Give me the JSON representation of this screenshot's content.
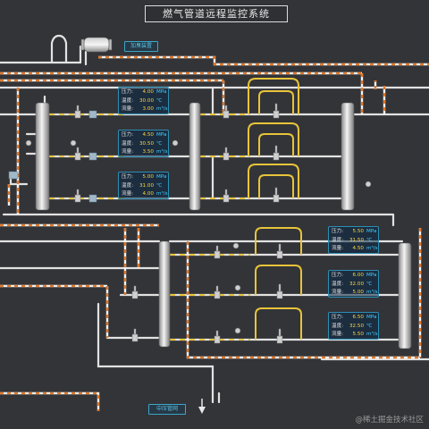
{
  "header": {
    "title": "燃气管道远程监控系统"
  },
  "tags": {
    "top": "加臭装置",
    "bottom": "中压管网"
  },
  "units": {
    "pressure": "MPa",
    "temperature": "℃",
    "flow": "m³/s"
  },
  "labels": {
    "pressure": "压力:",
    "temperature": "温度:",
    "flow": "流量:"
  },
  "panels": [
    {
      "pressure": "4.00",
      "temperature": "30.00",
      "flow": "3.00"
    },
    {
      "pressure": "4.50",
      "temperature": "30.50",
      "flow": "3.50"
    },
    {
      "pressure": "5.00",
      "temperature": "31.00",
      "flow": "4.00"
    },
    {
      "pressure": "5.50",
      "temperature": "31.50",
      "flow": "4.50"
    },
    {
      "pressure": "6.00",
      "temperature": "32.00",
      "flow": "5.00"
    },
    {
      "pressure": "6.50",
      "temperature": "32.50",
      "flow": "5.50"
    }
  ],
  "watermark": "@稀土掘金技术社区",
  "colors": {
    "pipe_white": "#e6e6e6",
    "pipe_orange": "#e07a2e",
    "pipe_yellow": "#e8c43a",
    "accent_cyan": "#36b6e0"
  }
}
